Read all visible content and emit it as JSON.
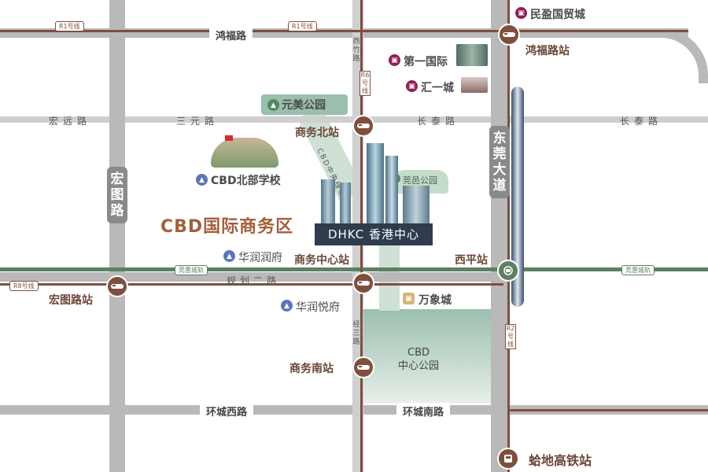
{
  "roads": {
    "hongfu": "鸿福路",
    "hongyuan": "宏远路",
    "sanyuan": "三元路",
    "changtai_mid": "长泰路",
    "changtai_right": "长泰路",
    "xizhu": "西竹路",
    "guihua2": "规划二路",
    "jingsan": "经三路",
    "huancheng_west": "环城西路",
    "huancheng_south": "环城南路",
    "hongtu": "宏图路",
    "dongguan_dadao": "东莞大道"
  },
  "rail_tags": {
    "r1_left": "R1号线",
    "r1_right": "R1号线",
    "r6": "R6号线",
    "r8": "R8号线",
    "r2": "R2号线",
    "guanhui_left": "莞惠城轨",
    "guanhui_right": "莞惠城轨",
    "cbd_link": "CBD中央绿轴"
  },
  "stations": {
    "hongfu_road": "鸿福路站",
    "shangwu_north": "商务北站",
    "shangwu_center": "商务中心站",
    "shangwu_south": "商务南站",
    "xiping": "西平站",
    "hongtu_road": "宏图路站",
    "hedi_hsr": "蛤地高铁站"
  },
  "pois": {
    "minying": "民盈国贸城",
    "diyi_guoji": "第一国际",
    "huiyi_cheng": "汇一城",
    "yuanmei_park": "元美公园",
    "cbd_school": "CBD北部学校",
    "guanyi_park": "莞邑公园",
    "huarun_runfu": "华润润府",
    "huarun_yuefu": "华润悦府",
    "wanxiang_cheng": "万象城",
    "cbd_park": "CBD\n中心公园"
  },
  "district": "CBD国际商务区",
  "project": "DHKC 香港中心",
  "colors": {
    "rail": "#7e4f3f",
    "road": "#b9b9b9",
    "intercity": "#5f7f63",
    "park": "#9bbfae",
    "district_text": "#a35f3c",
    "shop_icon": "#8e1f52",
    "green_icon": "#4d8a63",
    "blue_icon": "#5e74b8",
    "mall_icon": "#d8b47a"
  },
  "icons": [
    "metro-train-icon",
    "shop-bag-icon",
    "tree-icon",
    "school-cap-icon",
    "building-icon",
    "mall-icon",
    "hsr-train-icon",
    "transfer-icon"
  ]
}
